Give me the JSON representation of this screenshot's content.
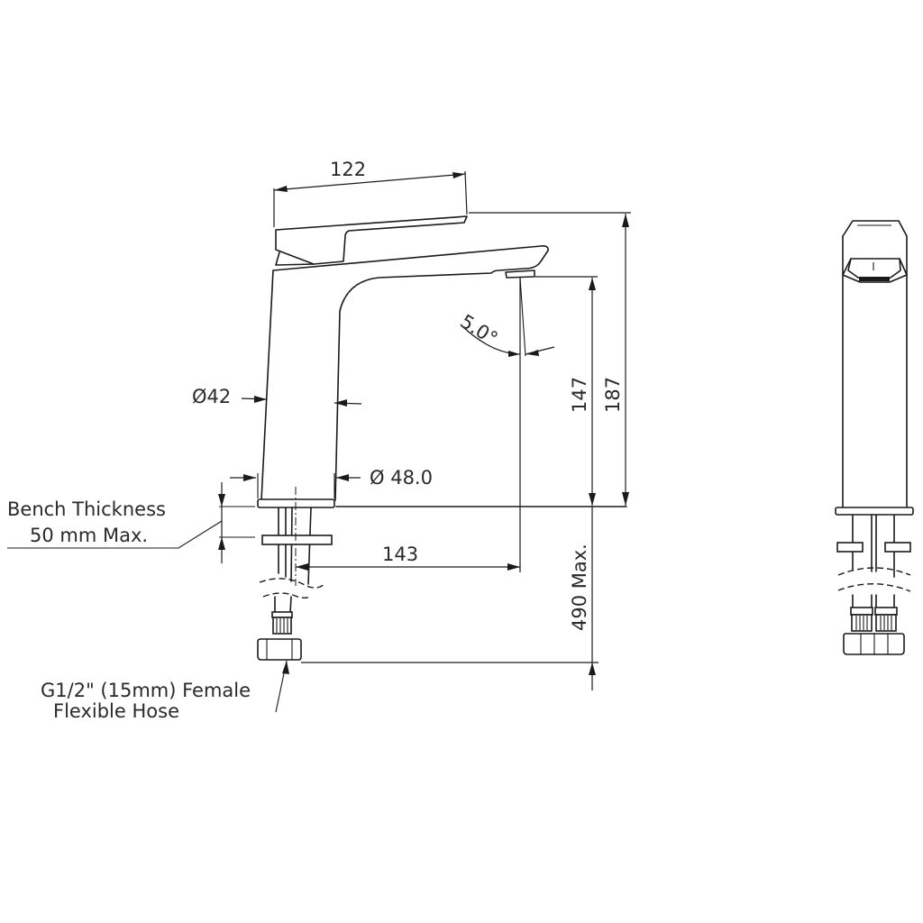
{
  "drawing": {
    "title": "Basin Mixer Tap Technical Drawing",
    "views": [
      "side-elevation",
      "front-elevation"
    ],
    "units": "mm",
    "line_color": "#1a1a1a",
    "text_color": "#2a2a2a",
    "background": "#ffffff"
  },
  "dimensions": {
    "handle_length": "122",
    "spout_angle": "5.0°",
    "body_diameter": "Ø42",
    "base_diameter": "Ø 48.0",
    "spout_height": "147",
    "overall_height": "187",
    "spout_reach": "143",
    "hose_length": "490 Max."
  },
  "annotations": {
    "bench_line1": "Bench Thickness",
    "bench_line2": "50 mm  Max.",
    "hose_line1": "G1/2\" (15mm) Female",
    "hose_line2": "Flexible Hose"
  }
}
